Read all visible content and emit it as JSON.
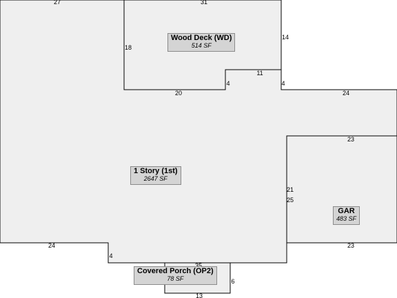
{
  "colors": {
    "fill": "#efefef",
    "stroke": "#000000",
    "label_bg": "#d4d4d4"
  },
  "areas": {
    "main": {
      "name": "1 Story (1st)",
      "size": "2647 SF"
    },
    "deck": {
      "name": "Wood Deck (WD)",
      "size": "514 SF"
    },
    "garage": {
      "name": "GAR",
      "size": "483 SF"
    },
    "porch": {
      "name": "Covered Porch (OP2)",
      "size": "78 SF"
    }
  },
  "dimensions": {
    "top_left": "27",
    "deck_top": "31",
    "deck_left": "18",
    "deck_right": "14",
    "deck_step_width": "11",
    "deck_step_left": "4",
    "deck_step_right": "4",
    "deck_bottom": "20",
    "right_top": "24",
    "garage_top": "23",
    "garage_left": "21",
    "garage_inner": "25",
    "garage_bottom": "23",
    "bottom_left": "24",
    "bottom_step": "4",
    "porch_top": "35",
    "porch_right": "6",
    "porch_bottom": "13"
  }
}
